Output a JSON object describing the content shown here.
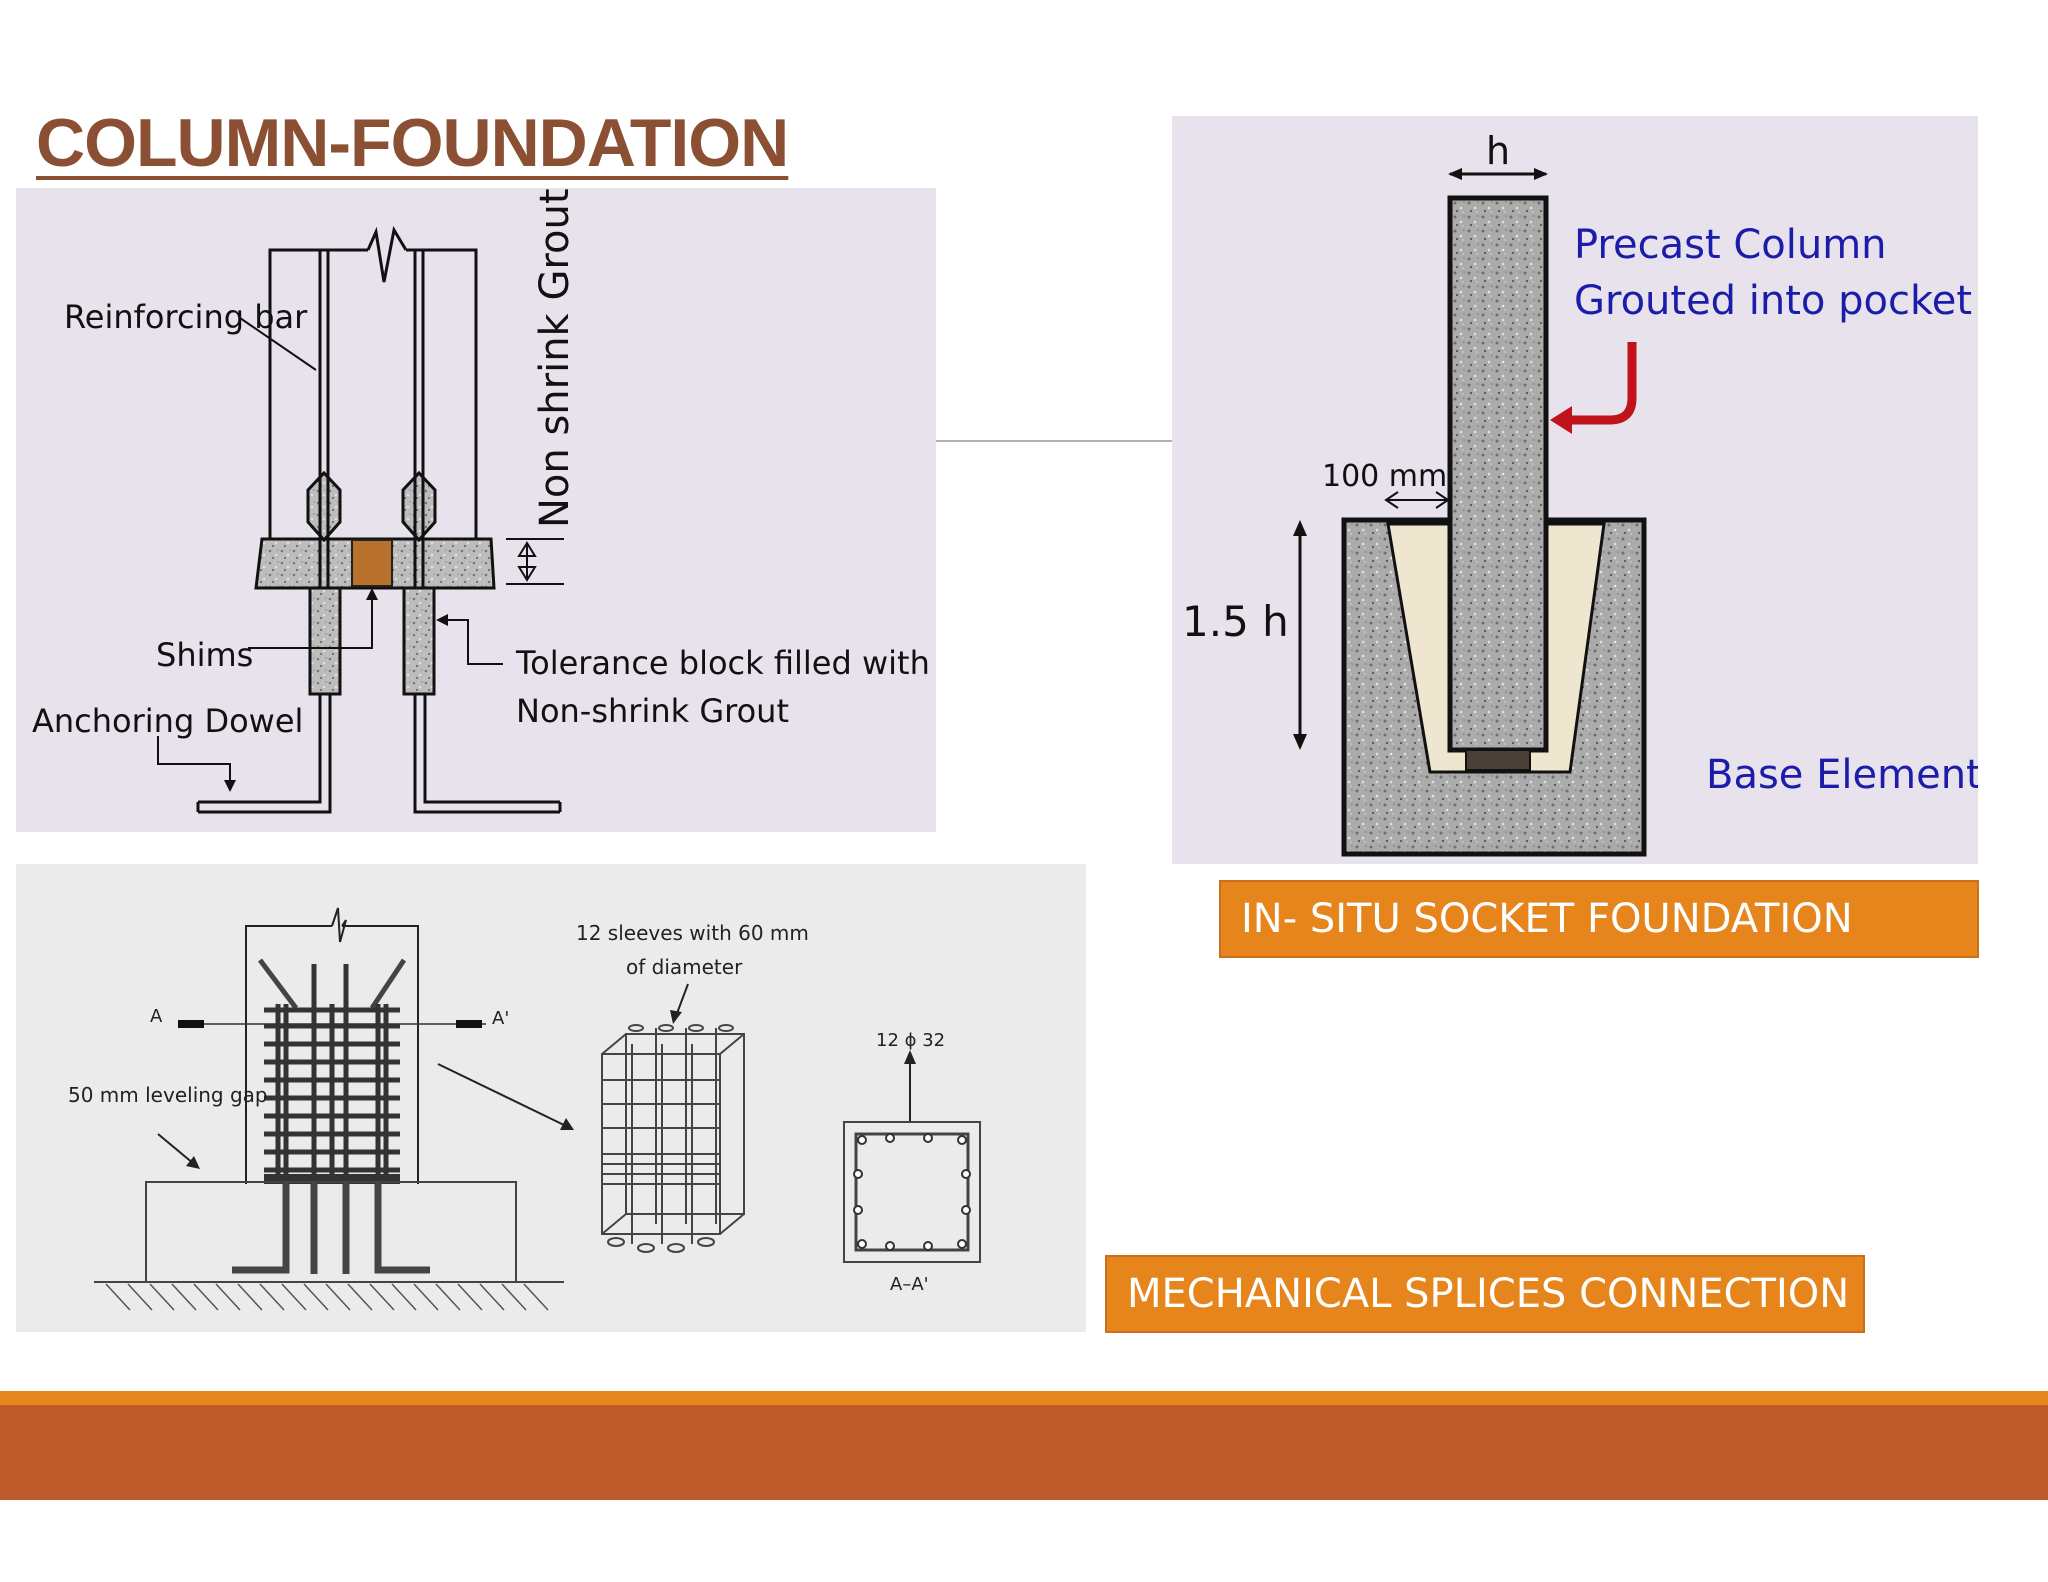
{
  "slide_title": "COLUMN-FOUNDATION",
  "panel1": {
    "reinforcing_bar": "Reinforcing bar",
    "non_shrink_grout": "Non shrink Grout",
    "shims": "Shims",
    "anchoring_dowel": "Anchoring Dowel",
    "tolerance_line1": "Tolerance block filled with",
    "tolerance_line2": "Non-shrink Grout"
  },
  "panel2": {
    "h": "h",
    "precast_line1": "Precast Column",
    "precast_line2": "Grouted into pocket",
    "gap": "100 mm",
    "depth": "1.5 h",
    "base": "Base Element"
  },
  "panel3": {
    "sleeves_line1": "12 sleeves with 60 mm",
    "sleeves_line2": "of diameter",
    "section_a": "A",
    "section_a_prime": "A'",
    "bars": "12 ϕ 32",
    "leveling_gap": "50 mm leveling gap",
    "section_label": "A–A'"
  },
  "labels": {
    "socket": "IN- SITU SOCKET FOUNDATION",
    "splices": "MECHANICAL SPLICES CONNECTION"
  },
  "colors": {
    "title": "#8b4f33",
    "label_fill": "#e5851c",
    "footer": "#bd5a2a",
    "panel_bg": "#e7e2ec",
    "blue_text": "#1c1caa",
    "arrow_red": "#c0131b"
  }
}
